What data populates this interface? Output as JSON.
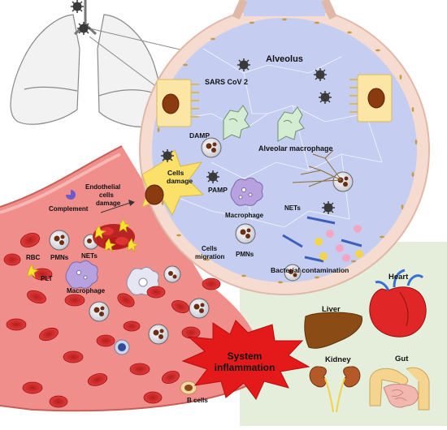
{
  "labels": {
    "alveolus": "Alveolus",
    "sars": "SARS CoV 2",
    "alveolar_macrophage": "Alveolar macrophage",
    "damp": "DAMP",
    "pamp": "PAMP",
    "cells_damage_1": "Cells",
    "cells_damage_2": "damage",
    "macrophage_alv": "Macrophage",
    "nets_alv": "NETs",
    "cells_migration_1": "Cells",
    "cells_migration_2": "migration",
    "pmns_alv": "PMNs",
    "bacterial": "Bacterial contamination",
    "endothelial_1": "Endothelial",
    "endothelial_2": "cells",
    "endothelial_3": "damage",
    "complement": "Complement",
    "rbc": "RBC",
    "pmns_vessel": "PMNs",
    "nets_vessel": "NETs",
    "plt": "PLT",
    "macrophage_vessel": "Macrophage",
    "system_1": "System",
    "system_2": "inflammation",
    "b_cells": "B cells",
    "liver": "Liver",
    "heart": "Heart",
    "kidney": "Kidney",
    "gut": "Gut"
  },
  "colors": {
    "alveolus_fill": "#c5cef0",
    "alveolus_wall": "#f6dcd0",
    "vessel": "#ef8e8a",
    "burst": "#e41a1a",
    "organ_panel": "#e4eedb"
  }
}
